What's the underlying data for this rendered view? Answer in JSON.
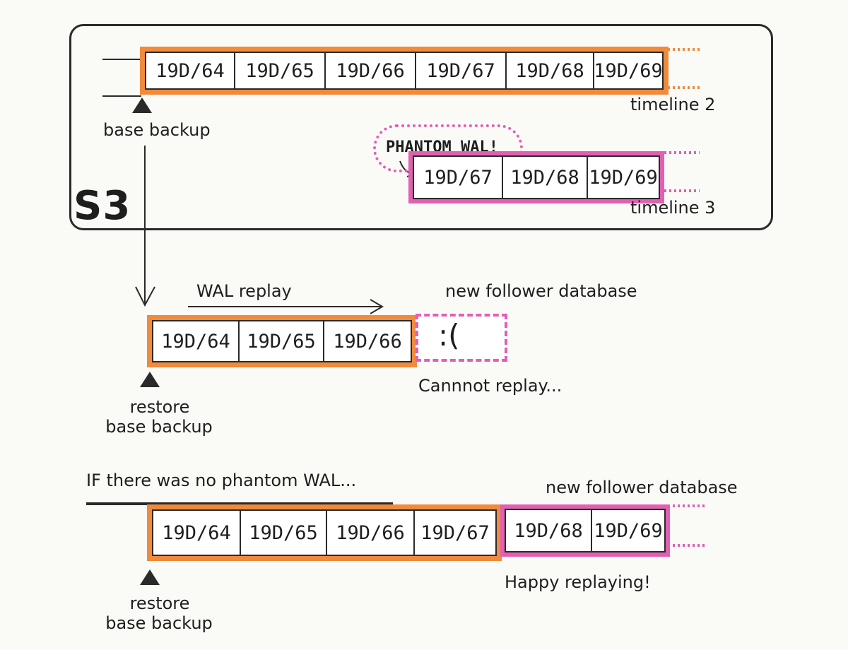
{
  "s3": {
    "label": "S3"
  },
  "timeline2": {
    "segments": [
      "19D/64",
      "19D/65",
      "19D/66",
      "19D/67",
      "19D/68",
      "19D/69"
    ],
    "label": "timeline 2",
    "base_backup_label": "base backup"
  },
  "timeline3": {
    "segments": [
      "19D/67",
      "19D/68",
      "19D/69"
    ],
    "label": "timeline 3",
    "callout": "PHANTOM WAL!"
  },
  "restore": {
    "replay_label": "WAL replay",
    "follower_label": "new follower database",
    "segments": [
      "19D/64",
      "19D/65",
      "19D/66"
    ],
    "sad_face": ":(",
    "status": "Cannnot replay...",
    "restore_label": "restore",
    "base_backup_label": "base backup"
  },
  "alternative": {
    "heading": "IF there was no phantom WAL...",
    "follower_label": "new follower database",
    "segments": [
      "19D/64",
      "19D/65",
      "19D/66",
      "19D/67",
      "19D/68",
      "19D/69"
    ],
    "status": "Happy replaying!",
    "restore_label": "restore",
    "base_backup_label": "base backup"
  },
  "colors": {
    "orange": "#f08a3c",
    "pink": "#e25fb3",
    "ink": "#2a2a2a"
  }
}
